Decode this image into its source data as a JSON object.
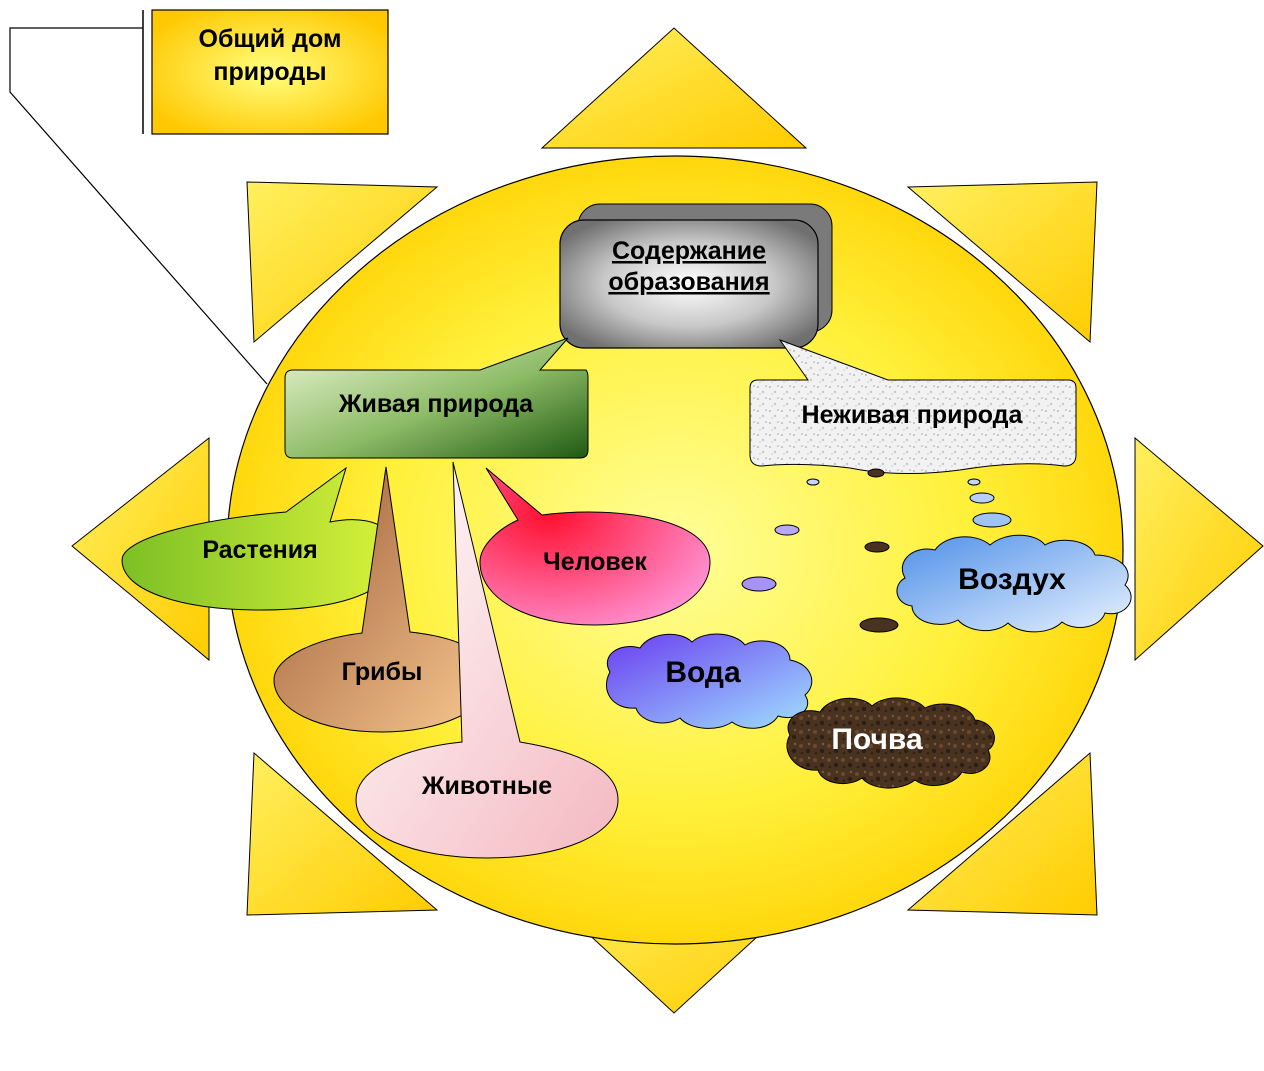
{
  "title_box": {
    "line1": "Общий дом",
    "line2": "природы"
  },
  "center": {
    "line1": "Содержание",
    "line2": "образования"
  },
  "living": {
    "label": "Живая природа",
    "items": {
      "plants": "Растения",
      "human": "Человек",
      "fungi": "Грибы",
      "animals": "Животные"
    }
  },
  "nonliving": {
    "label": "Неживая природа",
    "items": {
      "air": "Воздух",
      "water": "Вода",
      "soil": "Почва"
    }
  },
  "colors": {
    "sun": "#FFD000",
    "sun_center": "#FFFF66",
    "rays": "#FFD700",
    "title_box": "#FFD000",
    "living_dark": "#2E6B1F",
    "living_light": "#E8F4C8",
    "plants": "#9BD43A",
    "human": "#F2143C",
    "fungi": "#B37A4C",
    "animals": "#F8C8C8",
    "air": "#6FA8E8",
    "water": "#8A6BE8",
    "soil": "#4A3220"
  }
}
